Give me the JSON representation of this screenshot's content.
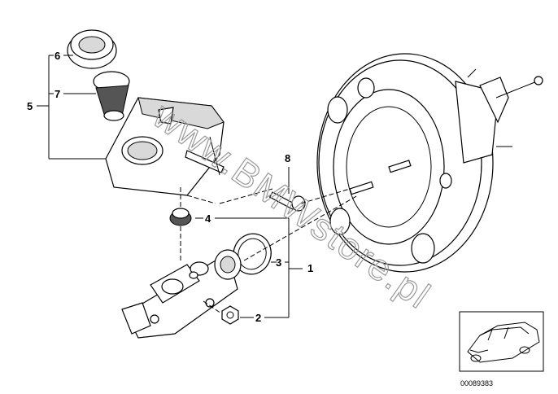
{
  "callouts": {
    "n1": "1",
    "n2": "2",
    "n3": "3",
    "n4": "4",
    "n5": "5",
    "n6": "6",
    "n7": "7",
    "n8": "8"
  },
  "watermark": "www.BMWstore.pl",
  "diagram_code": "00089383"
}
